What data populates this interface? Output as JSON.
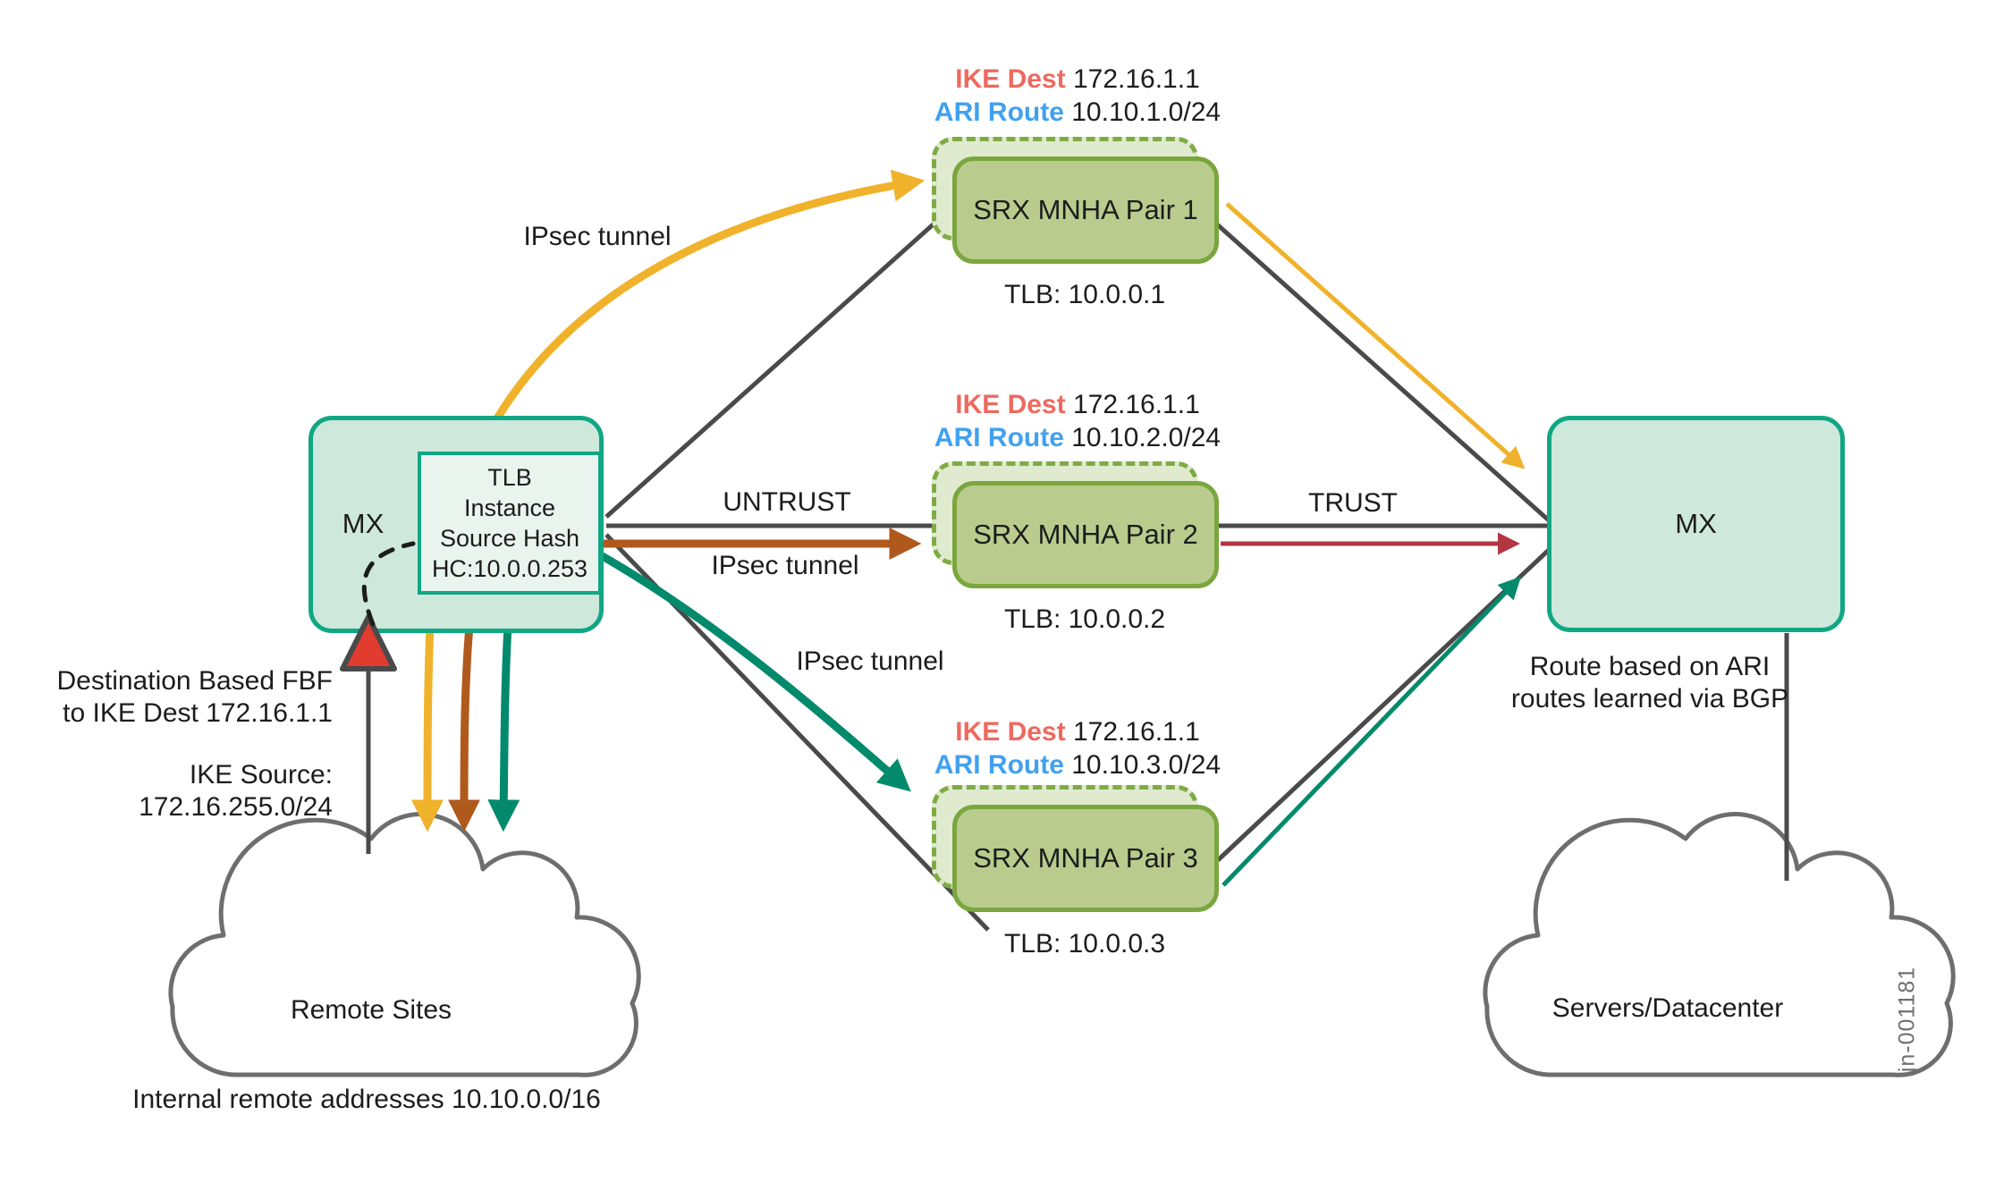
{
  "left_mx": {
    "label": "MX",
    "tlb_line1": "TLB",
    "tlb_line2": "Instance",
    "tlb_line3": "Source Hash",
    "tlb_line4": "HC:10.0.0.253"
  },
  "right_mx": {
    "label": "MX",
    "caption_line1": "Route based on ARI",
    "caption_line2": "routes learned via BGP"
  },
  "pairs": [
    {
      "name": "SRX MNHA Pair 1",
      "ike_dest_label": "IKE Dest",
      "ike_dest_value": "172.16.1.1",
      "ari_label": "ARI Route",
      "ari_value": "10.10.1.0/24",
      "tlb": "TLB: 10.0.0.1"
    },
    {
      "name": "SRX MNHA Pair 2",
      "ike_dest_label": "IKE Dest",
      "ike_dest_value": "172.16.1.1",
      "ari_label": "ARI Route",
      "ari_value": "10.10.2.0/24",
      "tlb": "TLB: 10.0.0.2"
    },
    {
      "name": "SRX MNHA Pair 3",
      "ike_dest_label": "IKE Dest",
      "ike_dest_value": "172.16.1.1",
      "ari_label": "ARI Route",
      "ari_value": "10.10.3.0/24",
      "tlb": "TLB: 10.0.0.3"
    }
  ],
  "edge_labels": {
    "untrust": "UNTRUST",
    "trust": "TRUST",
    "ipsec_tunnel_1": "IPsec tunnel",
    "ipsec_tunnel_2": "IPsec tunnel",
    "ipsec_tunnel_3": "IPsec tunnel"
  },
  "annotations": {
    "fbf_line1": "Destination Based FBF",
    "fbf_line2": "to IKE Dest 172.16.1.1",
    "ike_source_line1": "IKE Source:",
    "ike_source_line2": "172.16.255.0/24"
  },
  "clouds": {
    "remote_label": "Remote Sites",
    "remote_caption": "Internal remote addresses 10.10.0.0/16",
    "datacenter_label": "Servers/Datacenter"
  },
  "watermark": "jn-001181",
  "colors": {
    "node_border_teal": "#10a783",
    "node_fill_teal": "#cee8db",
    "srx_fill": "#b9cc8d",
    "srx_border": "#7aa63e",
    "ipsec_yellow": "#f0b22b",
    "ipsec_brown": "#b0591d",
    "ipsec_teal": "#038a6c",
    "trust_red": "#b23743",
    "ike_dest_red": "#ed6a5f",
    "ari_blue": "#41a1ef",
    "line_gray": "#4a4a4a",
    "cloud_gray": "#6e6e6e",
    "triangle_red": "#e23b30"
  }
}
